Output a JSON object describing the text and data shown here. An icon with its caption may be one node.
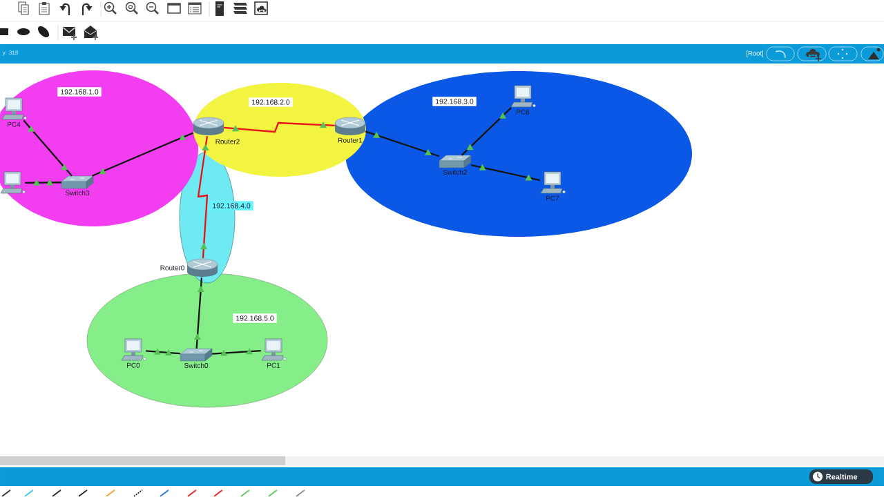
{
  "diagram": {
    "nodes": [
      {
        "text": [
          "192.168.1.0"
        ]
      },
      {
        "text": [
          "PC4"
        ],
        "in": 0
      },
      {
        "text": [],
        "shape": "picture",
        "in": 0
      },
      {
        "text": [
          "Switch3"
        ],
        "in": 0
      },
      {
        "text": [
          "192.168.2.0"
        ]
      },
      {
        "text": [
          "Router2"
        ],
        "in": 4
      },
      {
        "text": [
          "Router1"
        ],
        "in": 4
      },
      {
        "text": [
          "192.168.3.0"
        ]
      },
      {
        "text": [
          "PC6"
        ],
        "in": 7
      },
      {
        "text": [
          "Switch2"
        ],
        "in": 7
      },
      {
        "text": [
          "PC7"
        ],
        "in": 7
      },
      {
        "text": [
          "192.168.4.0"
        ]
      },
      {
        "text": [
          "Router0"
        ],
        "in": 11
      },
      {
        "text": [
          "192.168.5.0"
        ]
      },
      {
        "text": [
          "PC0"
        ],
        "in": 13
      },
      {
        "text": [
          "Switch0"
        ],
        "in": 13
      },
      {
        "text": [
          "PC1"
        ],
        "in": 13
      }
    ],
    "edges": [
      {
        "from": 1,
        "to": 3,
        "arrow": "none"
      },
      {
        "from": 2,
        "to": 3,
        "arrow": "none"
      },
      {
        "from": 3,
        "to": 5,
        "arrow": "none"
      },
      {
        "from": 5,
        "to": 6,
        "arrow": "none",
        "color": "#e8121a"
      },
      {
        "from": 6,
        "to": 9,
        "arrow": "none"
      },
      {
        "from": 9,
        "to": 8,
        "arrow": "none"
      },
      {
        "from": 9,
        "to": 10,
        "arrow": "none"
      },
      {
        "from": 5,
        "to": 12,
        "arrow": "none",
        "color": "#e8121a"
      },
      {
        "from": 12,
        "to": 15,
        "arrow": "none"
      },
      {
        "from": 14,
        "to": 15,
        "arrow": "none"
      },
      {
        "from": 15,
        "to": 16,
        "arrow": "none"
      }
    ],
    "labels": [
      "y: 318",
      "[Root]",
      "Realtime"
    ]
  }
}
